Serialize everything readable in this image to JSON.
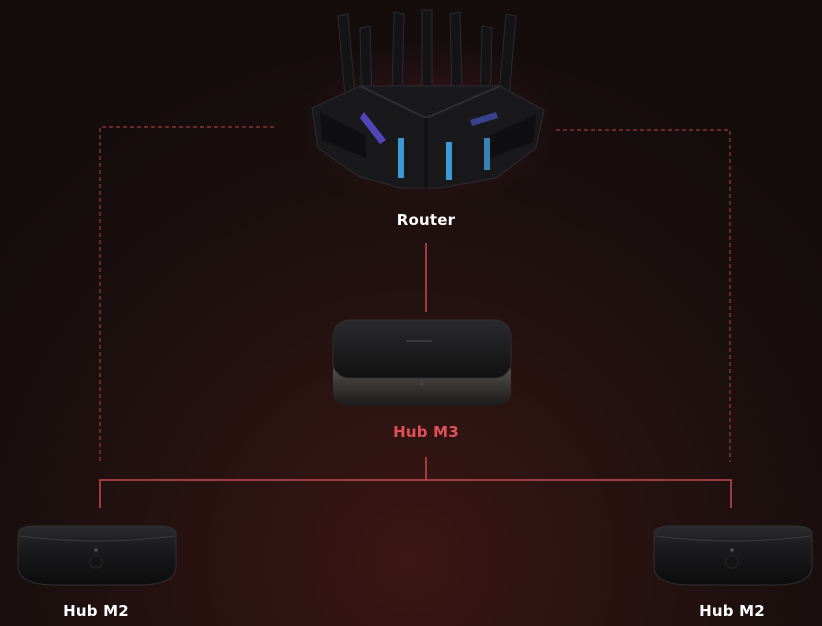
{
  "nodes": {
    "router": {
      "label": "Router"
    },
    "hub_m3": {
      "label": "Hub M3"
    },
    "hub_m2_left": {
      "label": "Hub M2"
    },
    "hub_m2_right": {
      "label": "Hub M2"
    }
  },
  "colors": {
    "line": "#c84a52",
    "dashed_line": "#9e3a3e",
    "accent_label": "#e0505a",
    "label": "#ffffff",
    "background": "#1a0f0e"
  }
}
